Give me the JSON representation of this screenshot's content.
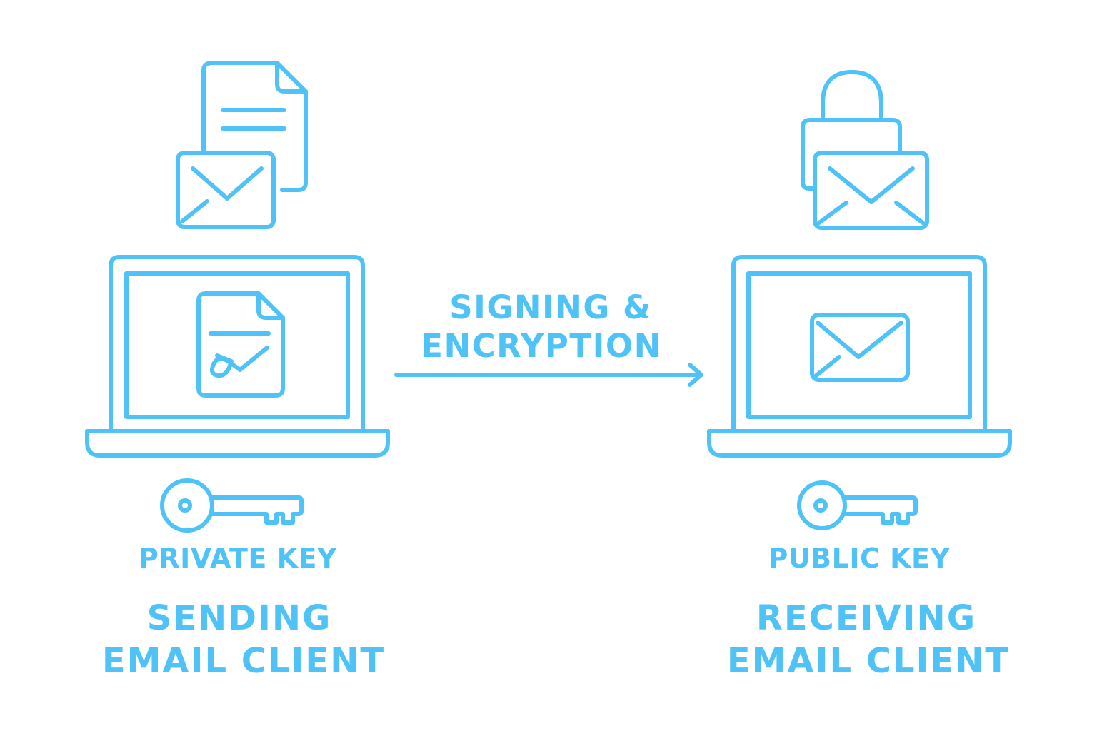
{
  "colors": {
    "accent": "#4FC3F7",
    "background": "#FFFFFF"
  },
  "process": {
    "line1": "SIGNING &",
    "line2": "ENCRYPTION"
  },
  "sender": {
    "key_label": "PRIVATE KEY",
    "title_line1": "SENDING",
    "title_line2": "EMAIL CLIENT",
    "icons": [
      "document-icon",
      "envelope-icon",
      "laptop-icon",
      "signed-document-icon",
      "key-icon"
    ]
  },
  "receiver": {
    "key_label": "PUBLIC KEY",
    "title_line1": "RECEIVING",
    "title_line2": "EMAIL CLIENT",
    "icons": [
      "padlock-icon",
      "envelope-icon",
      "laptop-icon",
      "envelope-icon",
      "key-icon"
    ]
  }
}
